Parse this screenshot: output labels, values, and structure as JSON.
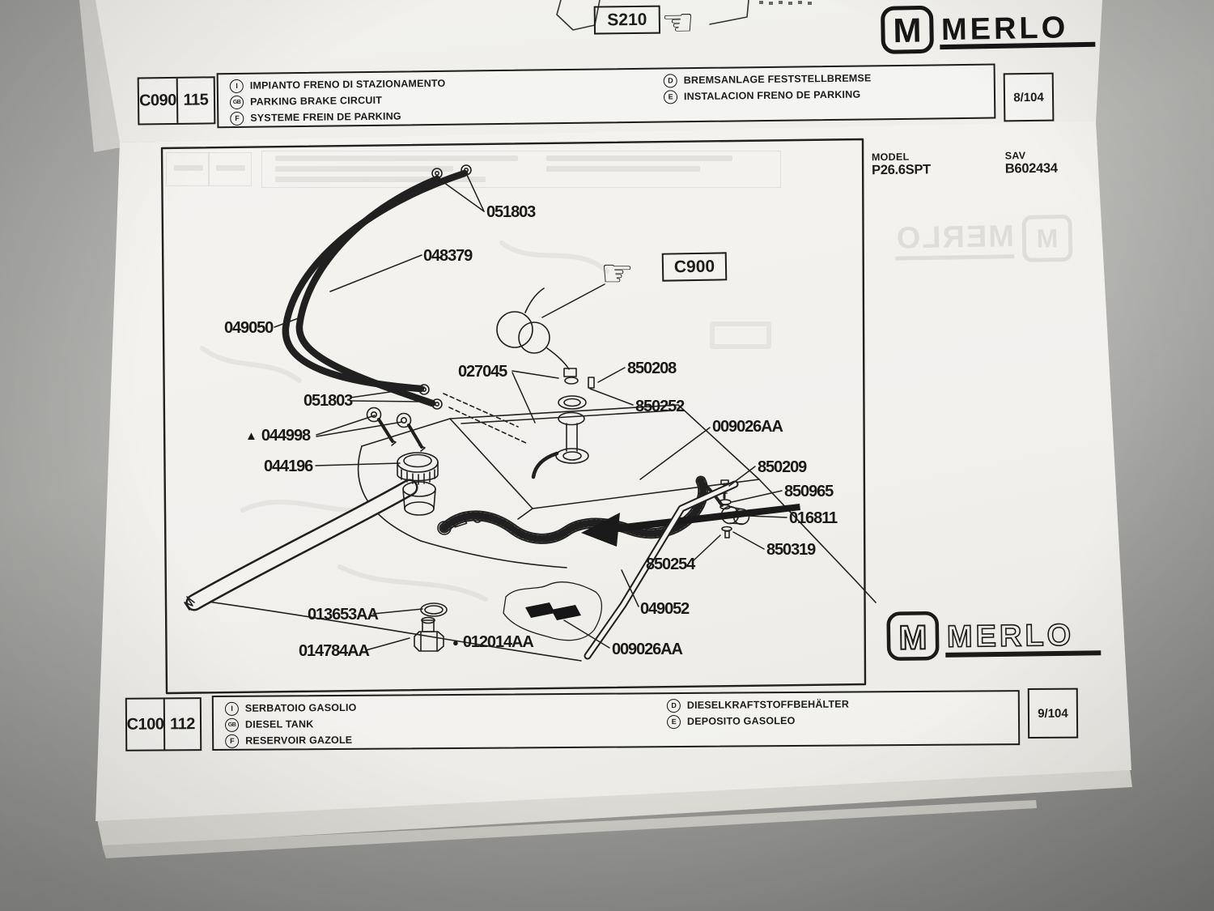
{
  "prev_page": {
    "ref_label": "S210",
    "hand_icon": "☜",
    "header": {
      "code": "C090",
      "sheet": "115",
      "rows_left": [
        {
          "badge": "I",
          "text": "IMPIANTO FRENO DI STAZIONAMENTO"
        },
        {
          "badge": "GB",
          "text": "PARKING BRAKE CIRCUIT"
        },
        {
          "badge": "F",
          "text": "SYSTEME FREIN DE PARKING"
        }
      ],
      "rows_right": [
        {
          "badge": "D",
          "text": "BREMSANLAGE FESTSTELLBREMSE"
        },
        {
          "badge": "E",
          "text": "INSTALACION FRENO DE PARKING"
        }
      ],
      "page": "8/104"
    },
    "logo": {
      "text": "MERLO"
    }
  },
  "page": {
    "model_label": "MODEL",
    "model_value": "P26.6SPT",
    "sav_label": "SAV",
    "sav_value": "B602434",
    "ref_label": "C900",
    "hand_icon": "☞",
    "watermark": "MERLO",
    "logo": {
      "text": "MERLO"
    },
    "labels": [
      {
        "text": "051803"
      },
      {
        "text": "048379"
      },
      {
        "text": "049050"
      },
      {
        "text": "027045"
      },
      {
        "text": "850208"
      },
      {
        "text": "850252"
      },
      {
        "text": "009026AA"
      },
      {
        "text": "051803"
      },
      {
        "prefix": "▲",
        "text": "044998"
      },
      {
        "text": "044196"
      },
      {
        "text": "850209"
      },
      {
        "text": "850965"
      },
      {
        "text": "016811"
      },
      {
        "text": "850319"
      },
      {
        "text": "850254"
      },
      {
        "text": "049052"
      },
      {
        "text": "013653AA"
      },
      {
        "text": "014784AA"
      },
      {
        "prefix": "●",
        "text": "012014AA"
      },
      {
        "text": "009026AA"
      }
    ],
    "footer": {
      "code": "C100",
      "sheet": "112",
      "rows_left": [
        {
          "badge": "I",
          "text": "SERBATOIO GASOLIO"
        },
        {
          "badge": "GB",
          "text": "DIESEL TANK"
        },
        {
          "badge": "F",
          "text": "RESERVOIR GAZOLE"
        }
      ],
      "rows_right": [
        {
          "badge": "D",
          "text": "DIESELKRAFTSTOFFBEHÄLTER"
        },
        {
          "badge": "E",
          "text": "DEPOSITO GASOLEO"
        }
      ],
      "page": "9/104"
    }
  }
}
